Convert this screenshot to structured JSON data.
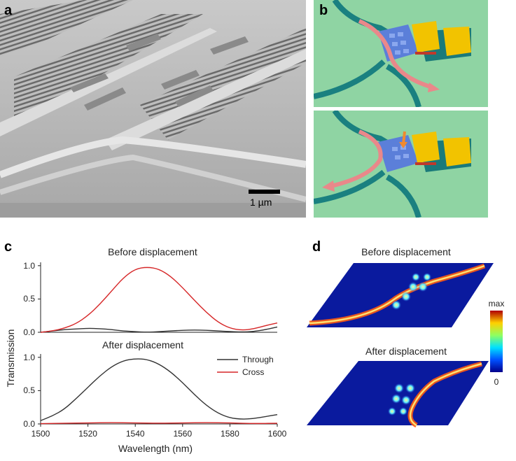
{
  "panels": {
    "a": {
      "letter": "a",
      "scalebar_label": "1 µm"
    },
    "b": {
      "letter": "b"
    },
    "c": {
      "letter": "c"
    },
    "d": {
      "letter": "d",
      "title_top": "Before displacement",
      "title_bottom": "After displacement",
      "colorbar_max": "max",
      "colorbar_min": "0"
    }
  },
  "colors": {
    "through": "#333333",
    "cross": "#d62728",
    "panel_b_bg": "#8fd4a3",
    "waveguide": "#1a8080",
    "phc": "#5b7fd9",
    "electrode": "#f2c300",
    "light_arrow": "#e9888a"
  },
  "chart_data": [
    {
      "type": "line",
      "title": "Before displacement",
      "xlabel": "",
      "ylabel": "Transmission",
      "xlim": [
        1500,
        1600
      ],
      "ylim": [
        0,
        1.05
      ],
      "yticks": [
        "0.0",
        "0.5",
        "1.0"
      ],
      "xticks": [],
      "series": [
        {
          "name": "Through",
          "color": "#333333",
          "x": [
            1500,
            1505,
            1510,
            1515,
            1520,
            1525,
            1530,
            1535,
            1540,
            1545,
            1550,
            1555,
            1560,
            1565,
            1570,
            1575,
            1580,
            1585,
            1590,
            1595,
            1600
          ],
          "y": [
            0.0,
            0.02,
            0.04,
            0.05,
            0.06,
            0.055,
            0.04,
            0.02,
            0.01,
            0.0,
            0.01,
            0.02,
            0.03,
            0.035,
            0.03,
            0.02,
            0.01,
            0.005,
            0.01,
            0.04,
            0.08
          ]
        },
        {
          "name": "Cross",
          "color": "#d62728",
          "x": [
            1500,
            1505,
            1510,
            1515,
            1520,
            1525,
            1530,
            1535,
            1540,
            1545,
            1550,
            1555,
            1560,
            1565,
            1570,
            1575,
            1580,
            1585,
            1590,
            1595,
            1600
          ],
          "y": [
            0.0,
            0.02,
            0.06,
            0.13,
            0.25,
            0.42,
            0.62,
            0.82,
            0.95,
            0.98,
            0.95,
            0.84,
            0.67,
            0.48,
            0.3,
            0.15,
            0.06,
            0.03,
            0.05,
            0.1,
            0.14
          ]
        }
      ]
    },
    {
      "type": "line",
      "title": "After displacement",
      "xlabel": "Wavelength (nm)",
      "ylabel": "Transmission",
      "xlim": [
        1500,
        1600
      ],
      "ylim": [
        0,
        1.05
      ],
      "yticks": [
        "0.0",
        "0.5",
        "1.0"
      ],
      "xticks": [
        "1500",
        "1520",
        "1540",
        "1560",
        "1580",
        "1600"
      ],
      "legend": [
        "Through",
        "Cross"
      ],
      "series": [
        {
          "name": "Through",
          "color": "#333333",
          "x": [
            1500,
            1505,
            1510,
            1515,
            1520,
            1525,
            1530,
            1535,
            1540,
            1545,
            1550,
            1555,
            1560,
            1565,
            1570,
            1575,
            1580,
            1585,
            1590,
            1595,
            1600
          ],
          "y": [
            0.05,
            0.12,
            0.22,
            0.38,
            0.55,
            0.72,
            0.86,
            0.95,
            0.98,
            0.97,
            0.9,
            0.78,
            0.62,
            0.44,
            0.28,
            0.16,
            0.09,
            0.07,
            0.08,
            0.11,
            0.14
          ]
        },
        {
          "name": "Cross",
          "color": "#d62728",
          "x": [
            1500,
            1510,
            1520,
            1530,
            1540,
            1550,
            1560,
            1570,
            1580,
            1590,
            1600
          ],
          "y": [
            0.005,
            0.01,
            0.015,
            0.02,
            0.015,
            0.01,
            0.015,
            0.02,
            0.015,
            0.005,
            0.01
          ]
        }
      ]
    }
  ]
}
